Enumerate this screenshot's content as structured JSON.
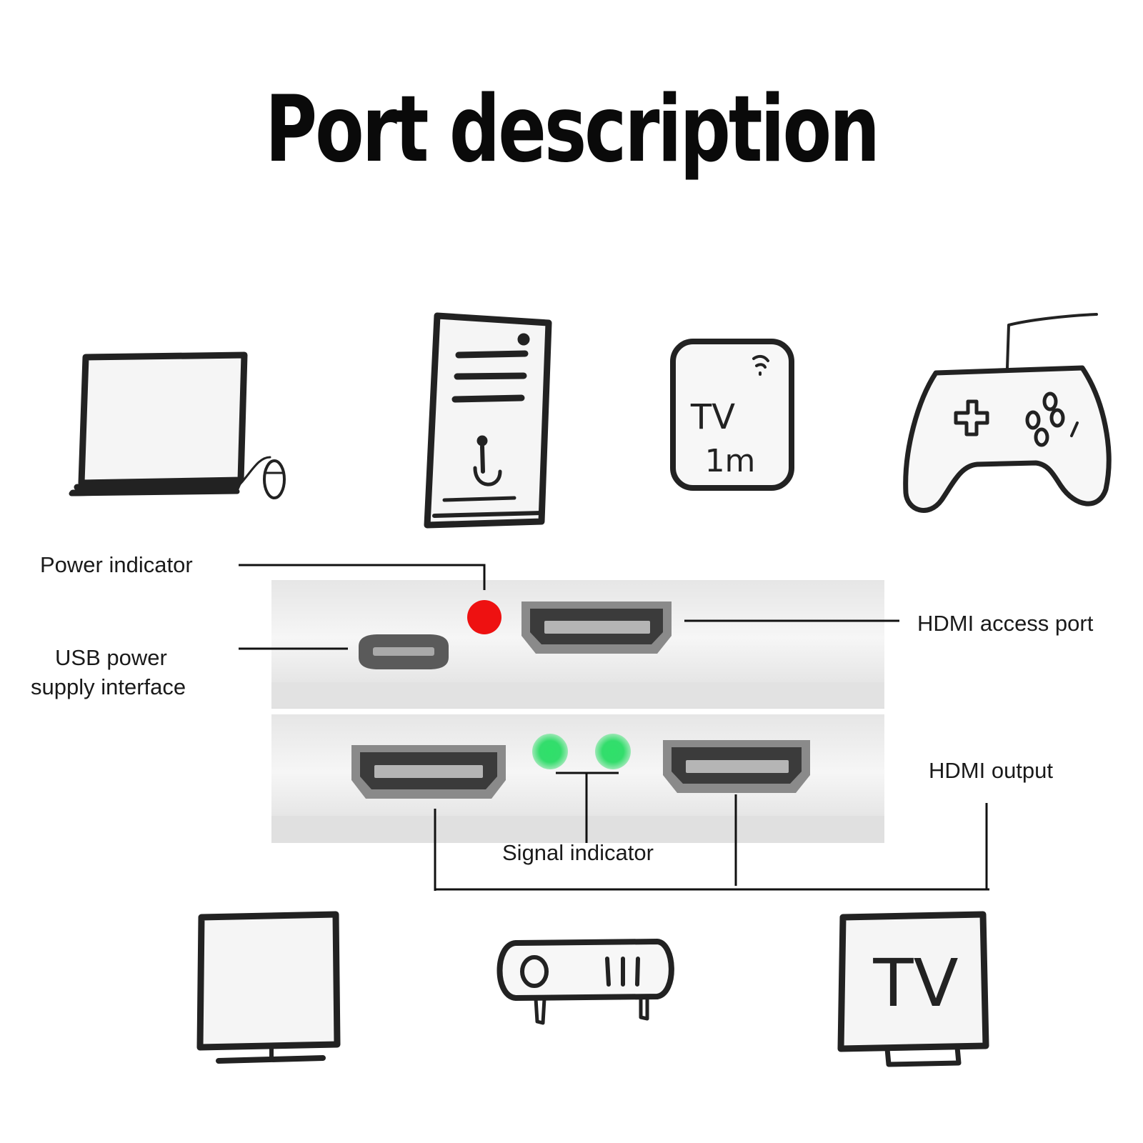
{
  "title": "Port description",
  "labels": {
    "power_indicator": "Power indicator",
    "usb_power_line1": "USB power",
    "usb_power_line2": "supply interface",
    "hdmi_access_port": "HDMI access port",
    "hdmi_output": "HDMI output",
    "signal_indicator": "Signal indicator"
  },
  "sketch_text": {
    "tv_box_line1": "TV",
    "tv_box_line2": "1m",
    "tv_screen": "TV"
  },
  "colors": {
    "power_led": "#ee1111",
    "signal_led": "#2fe06a",
    "sketch_stroke": "#222222",
    "device_body": "#eeeeee"
  },
  "icons": {
    "input_sources": [
      "laptop-icon",
      "desktop-tower-icon",
      "tv-box-icon",
      "gamepad-icon"
    ],
    "output_devices": [
      "monitor-icon",
      "projector-icon",
      "tv-icon"
    ]
  }
}
